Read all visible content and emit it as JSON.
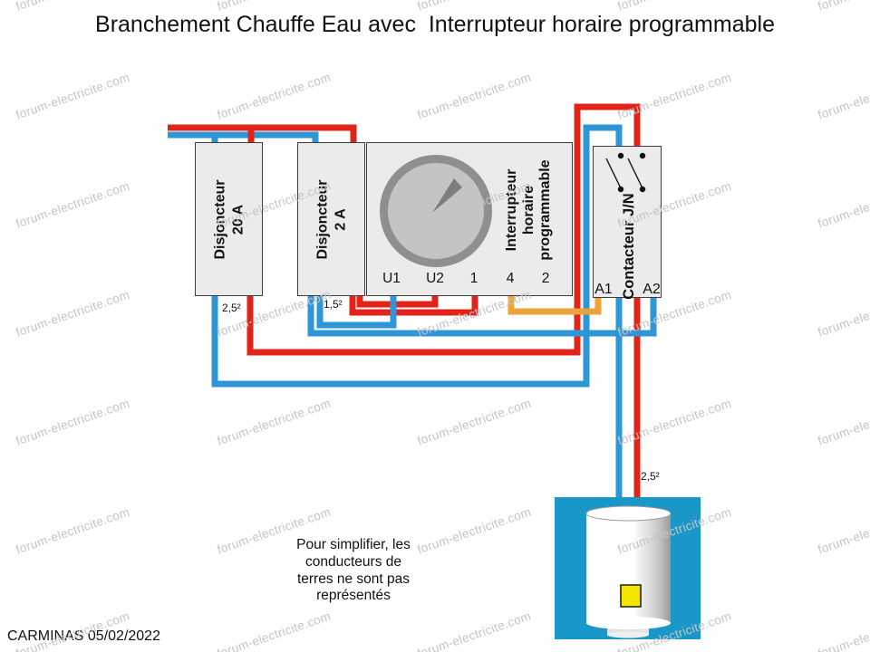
{
  "title": "Branchement Chauffe Eau avec  Interrupteur horaire programmable",
  "colors": {
    "wire_red": "#E2231A",
    "wire_blue": "#2E96D6",
    "wire_orange": "#EBA33A",
    "box_fill": "#EBEBEB",
    "box_border": "#3D3D3D",
    "heater_blue": "#1A97C9",
    "dial_ring": "#8F8F8F",
    "dial_face": "#C4C4C4",
    "needle_gray": "#7E7E7E",
    "thermostat_yellow": "#F6E500",
    "watermark_gray": "#C4C4C4"
  },
  "components": {
    "breaker20": {
      "name_line1": "Disjoncteur",
      "name_line2": "20 A",
      "wire_size": "2,5²"
    },
    "breaker2": {
      "name_line1": "Disjoncteur",
      "name_line2": "2 A",
      "wire_size": "1,5²"
    },
    "timer": {
      "label_line1": "Interrupteur",
      "label_line2": "horaire",
      "label_line3": "programmable",
      "terminals": [
        "U1",
        "U2",
        "1",
        "4",
        "2"
      ]
    },
    "contactor": {
      "label": "Contacteur J/N",
      "terminal_a1": "A1",
      "terminal_a2": "A2"
    },
    "heater_wire_size": "2,5²"
  },
  "note": {
    "line1": "Pour simplifier, les",
    "line2": "conducteurs de",
    "line3": "terres ne sont pas",
    "line4": "représentés"
  },
  "credit": "CARMINAS 05/02/2022",
  "watermark": {
    "text": "forum-electricite.com"
  }
}
